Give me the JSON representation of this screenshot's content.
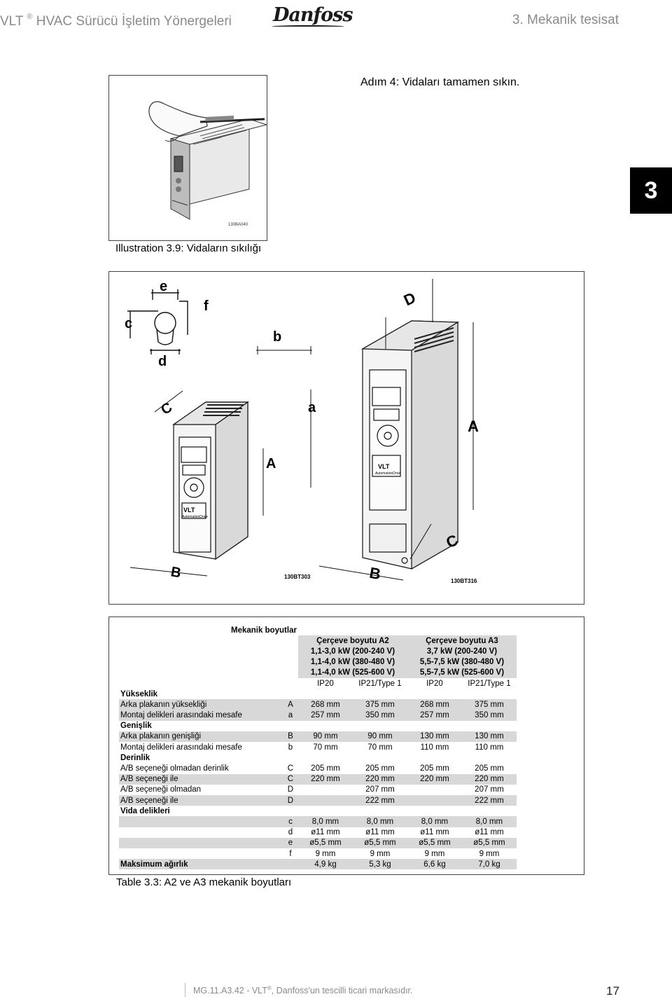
{
  "header": {
    "left_prefix": "VLT",
    "left_mark": "®",
    "left_title": "HVAC Sürücü İşletim Yönergeleri",
    "logo": "Danfoss",
    "right_title": "3. Mekanik tesisat"
  },
  "chapter_tab": "3",
  "figure1": {
    "step_text": "Adım 4: Vidaları tamamen sıkın.",
    "caption": "Illustration 3.9: Vidaların sıkılığı",
    "code": "130BA040"
  },
  "figure2": {
    "labels": {
      "e": "e",
      "f": "f",
      "c": "c",
      "d": "d",
      "b": "b",
      "a": "a",
      "C_left": "C",
      "A_left": "A",
      "B_left": "B",
      "D": "D",
      "A_right": "A",
      "C_right": "C",
      "B_right": "B"
    },
    "code_left": "130BT303",
    "code_right": "130BT316",
    "drive_brand": "VLT",
    "drive_sub": "AutomationDrive"
  },
  "table": {
    "title": "Mekanik boyutlar",
    "frame_a2": [
      "Çerçeve boyutu A2",
      "1,1-3,0 kW (200-240 V)",
      "1,1-4,0 kW (380-480 V)",
      "1,1-4,0 kW (525-600 V)"
    ],
    "frame_a3": [
      "Çerçeve boyutu A3",
      "3,7 kW (200-240 V)",
      "5,5-7,5 kW (380-480 V)",
      "5,5-7,5 kW (525-600 V)"
    ],
    "ip": [
      "IP20",
      "IP21/Type 1",
      "IP20",
      "IP21/Type 1"
    ],
    "rows": [
      {
        "label": "Yükseklik",
        "bold": true
      },
      {
        "label": "Arka plakanın yüksekliği",
        "sym": "A",
        "vals": [
          "268 mm",
          "375 mm",
          "268 mm",
          "375 mm"
        ],
        "grey": true
      },
      {
        "label": "Montaj delikleri arasındaki mesafe",
        "sym": "a",
        "vals": [
          "257 mm",
          "350 mm",
          "257 mm",
          "350 mm"
        ],
        "grey": true
      },
      {
        "label": "Genişlik",
        "bold": true
      },
      {
        "label": "Arka plakanın genişliği",
        "sym": "B",
        "vals": [
          "90 mm",
          "90 mm",
          "130 mm",
          "130 mm"
        ],
        "grey": true
      },
      {
        "label": "Montaj delikleri arasındaki mesafe",
        "sym": "b",
        "vals": [
          "70 mm",
          "70 mm",
          "110 mm",
          "110 mm"
        ]
      },
      {
        "label": "Derinlik",
        "bold": true
      },
      {
        "label": "A/B seçeneği olmadan derinlik",
        "sym": "C",
        "vals": [
          "205 mm",
          "205 mm",
          "205 mm",
          "205 mm"
        ]
      },
      {
        "label": "A/B seçeneği ile",
        "sym": "C",
        "vals": [
          "220 mm",
          "220 mm",
          "220 mm",
          "220 mm"
        ],
        "grey": true
      },
      {
        "label": "A/B seçeneği olmadan",
        "sym": "D",
        "vals": [
          "",
          "207 mm",
          "",
          "207 mm"
        ]
      },
      {
        "label": "A/B seçeneği ile",
        "sym": "D",
        "vals": [
          "",
          "222 mm",
          "",
          "222 mm"
        ],
        "grey": true
      },
      {
        "label": "Vida delikleri",
        "bold": true
      },
      {
        "label": "",
        "sym": "c",
        "vals": [
          "8,0 mm",
          "8,0 mm",
          "8,0 mm",
          "8,0 mm"
        ],
        "grey": true
      },
      {
        "label": "",
        "sym": "d",
        "vals": [
          "ø11 mm",
          "ø11 mm",
          "ø11 mm",
          "ø11 mm"
        ]
      },
      {
        "label": "",
        "sym": "e",
        "vals": [
          "ø5,5 mm",
          "ø5,5 mm",
          "ø5,5 mm",
          "ø5,5 mm"
        ],
        "grey": true
      },
      {
        "label": "",
        "sym": "f",
        "vals": [
          "9 mm",
          "9 mm",
          "9 mm",
          "9 mm"
        ]
      },
      {
        "label": "Maksimum ağırlık",
        "bold": true,
        "sym": "",
        "vals": [
          "4,9 kg",
          "5,3 kg",
          "6,6 kg",
          "7,0 kg"
        ],
        "grey": true
      }
    ],
    "caption": "Table 3.3: A2 ve A3 mekanik boyutları"
  },
  "footer": {
    "doc_prefix": "MG.11.A3.42 - VLT",
    "mark": "®",
    "doc_suffix": ", Danfoss'un tescilli ticari markasıdır.",
    "page": "17"
  }
}
